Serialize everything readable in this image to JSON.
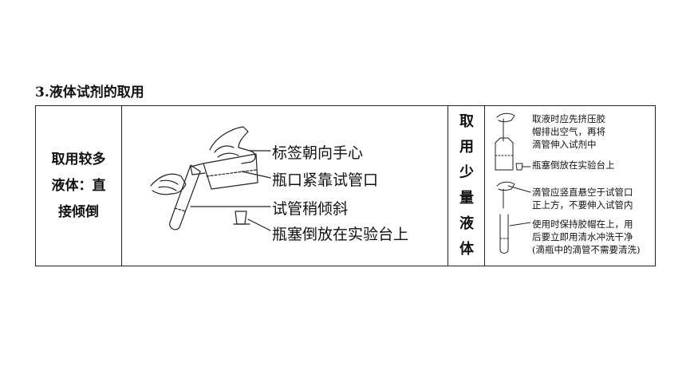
{
  "heading": "3.液体试剂的取用",
  "left_cell": {
    "line1": "取用较多",
    "line2": "液体：直",
    "line3": "接倾倒"
  },
  "pour_labels": {
    "label1": "标签朝向手心",
    "label2": "瓶口紧靠试管口",
    "label3": "试管稍倾斜",
    "label4": "瓶塞倒放在实验台上"
  },
  "vertical_label": [
    "取",
    "用",
    "少",
    "量",
    "液",
    "体"
  ],
  "dropper_notes": {
    "note1_line1": "取液时应先挤压胶",
    "note1_line2": "帽排出空气，再将",
    "note1_line3": "滴管伸入试剂中",
    "note2": "瓶塞倒放在实验台上",
    "note3_line1": "滴管应竖直悬空于试管口",
    "note3_line2": "正上方，不要伸入试管内",
    "note4_line1": "使用时保持胶帽在上，用",
    "note4_line2": "后要立即用清水冲洗干净",
    "note4_line3": "(滴瓶中的滴管不需要清洗)"
  },
  "colors": {
    "line": "#222222",
    "text": "#111111",
    "liquid": "#555555"
  }
}
